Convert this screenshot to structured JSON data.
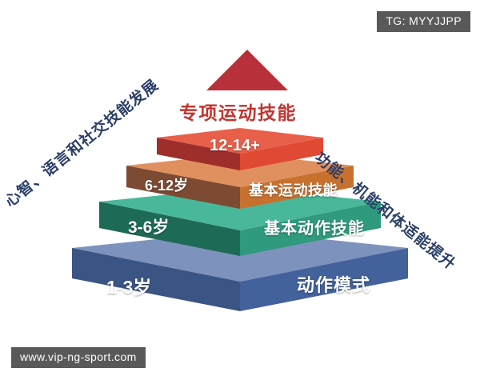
{
  "meta": {
    "background_color": "#ffffff",
    "diagram_kind": "pyramid"
  },
  "watermarks": {
    "top_right": "TG: MYYJJPP",
    "bottom_left": "www.vip-ng-sport.com",
    "badge_bg": "#595959",
    "badge_text_color": "#ffffff"
  },
  "apex": {
    "title": "专项运动技能",
    "title_color": "#c0352f",
    "triangle_color": "#b8313a"
  },
  "side_captions": {
    "left": "心智、语言和社交技能发展",
    "right": "功能、机能和体适能提升",
    "color": "#2b3f66"
  },
  "pyramid": {
    "levels": [
      {
        "index": 1,
        "age": "1-3岁",
        "skill": "动作模式",
        "top_color": "#7d93bd",
        "left_color": "#3a5584",
        "right_color": "#43619b"
      },
      {
        "index": 2,
        "age": "3-6岁",
        "skill": "基本动作技能",
        "top_color": "#49b79a",
        "left_color": "#1d6b57",
        "right_color": "#2f9a7d"
      },
      {
        "index": 3,
        "age": "6-12岁",
        "skill": "基本运动技能",
        "top_color": "#e0905e",
        "left_color": "#7d4a33",
        "right_color": "#c8712f"
      },
      {
        "index": 4,
        "age": "12-14+",
        "skill": "",
        "top_color": "#e8604a",
        "left_color": "#9e2e2b",
        "right_color": "#e04a35"
      }
    ]
  }
}
